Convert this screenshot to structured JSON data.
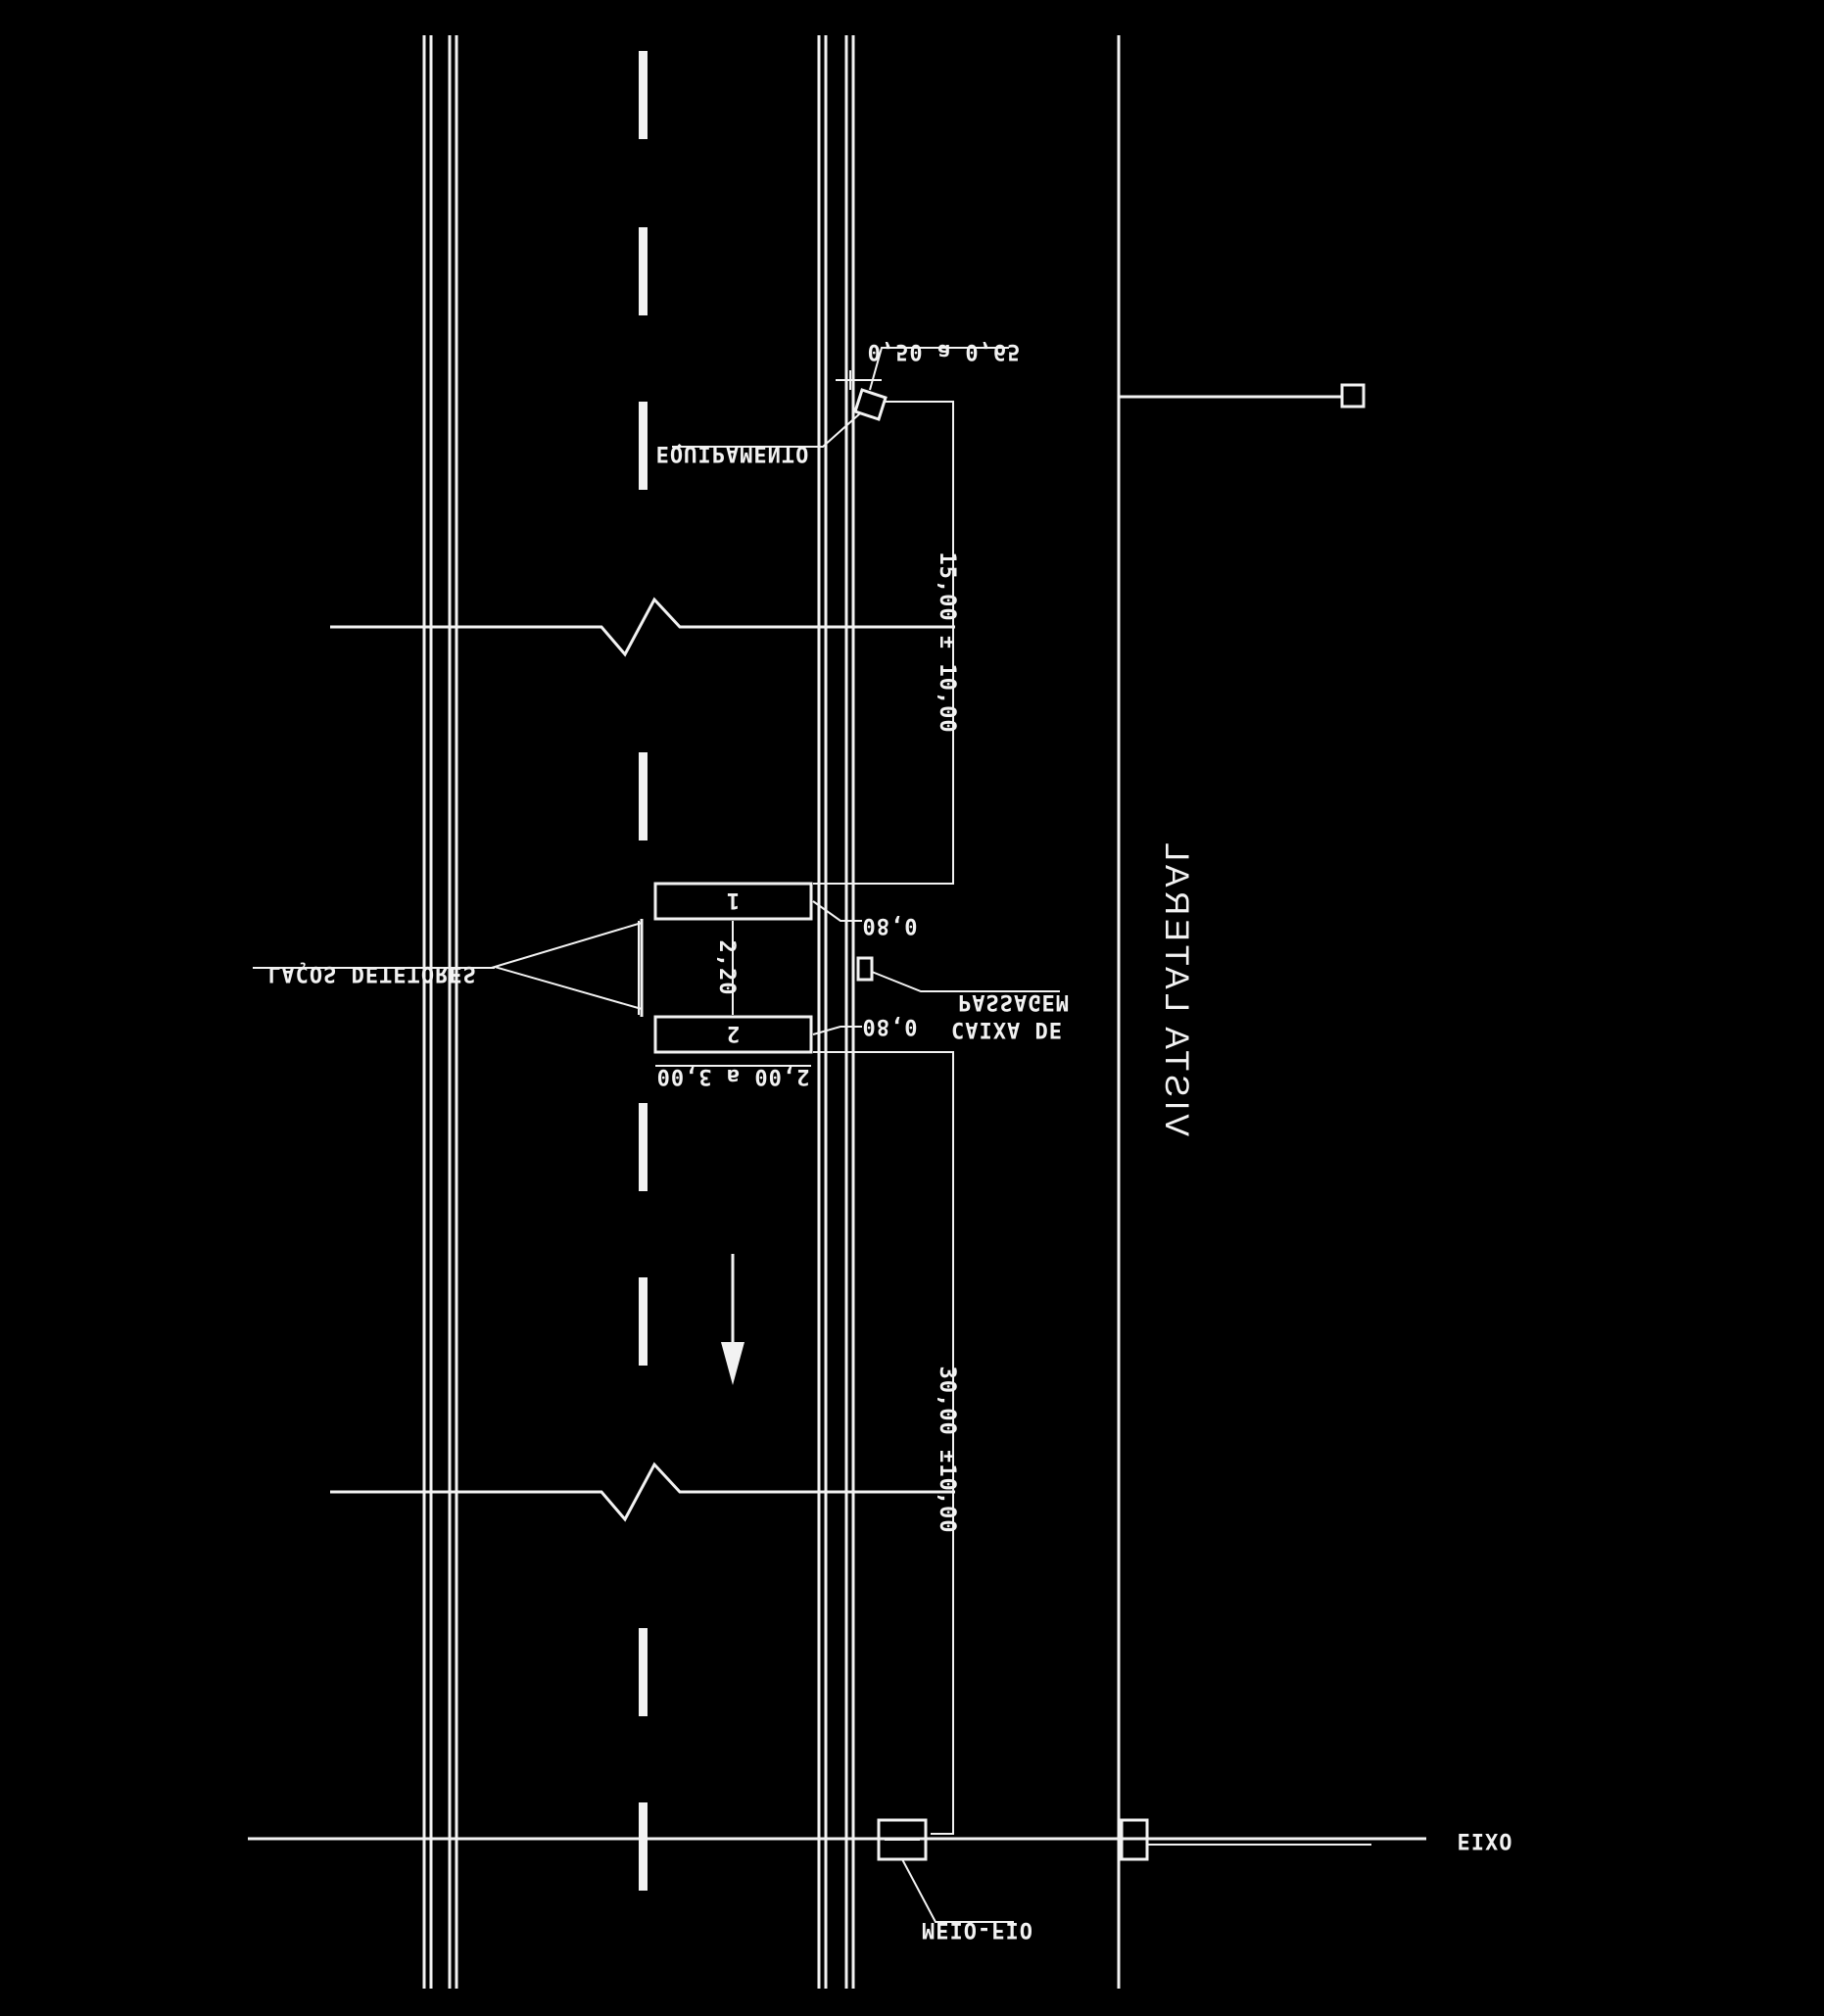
{
  "view_title": "VISTA LATERAL",
  "labels": {
    "lacos": "LAÇOS DETETORES",
    "equipamento": "EQUIPAMENTO",
    "caixa": "CAIXA DE",
    "passagem": "PASSAGEM",
    "meio_fio": "MEIO-FIO",
    "eixo": "EIXO"
  },
  "dimensions": {
    "dist_equipment": "15,00 ± 10,00",
    "dist_curb": "30,00 ±10,00",
    "loop_length": "2,00 a 3,00",
    "loop_width": "2,20",
    "offset_top": "0,80",
    "offset_bottom": "0,80",
    "equipment_offset": "0,50 a 0,65"
  },
  "loops": [
    {
      "number": "1"
    },
    {
      "number": "2"
    }
  ],
  "colors": {
    "background": "#000000",
    "linework": "#f2f2f2"
  }
}
